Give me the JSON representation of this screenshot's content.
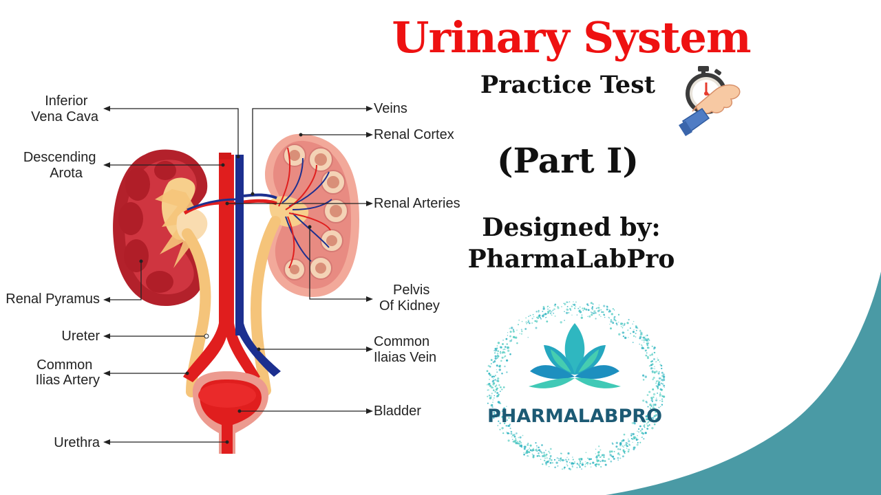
{
  "header": {
    "title": "Urinary System",
    "subtitle": "Practice Test",
    "part": "(Part I)",
    "designed_by_label": "Designed by:",
    "designed_by_name": "PharmaLabPro"
  },
  "logo": {
    "text": "PHARMALABPRO",
    "icon": "lotus-icon"
  },
  "stopwatch_icon": "stopwatch-in-hand-icon",
  "diagram": {
    "labels_left": {
      "inferior_vena_cava": [
        "Inferior",
        "Vena Cava"
      ],
      "descending_aorta": [
        "Descending",
        "Arota"
      ],
      "renal_pyramus": [
        "Renal Pyramus"
      ],
      "ureter": [
        "Ureter"
      ],
      "common_ilias_artery": [
        "Common",
        "Ilias Artery"
      ],
      "urethra": [
        "Urethra"
      ]
    },
    "labels_right": {
      "veins": [
        "Veins"
      ],
      "renal_cortex": [
        "Renal Cortex"
      ],
      "renal_arteries": [
        "Renal Arteries"
      ],
      "pelvis_of_kidney": [
        "Pelvis",
        "Of Kidney"
      ],
      "common_ilaias_vein": [
        "Common",
        "Ilaias Vein"
      ],
      "bladder": [
        "Bladder"
      ]
    }
  },
  "colors": {
    "title_red": "#ee1111",
    "teal": "#4a9aa5",
    "kidney_dark": "#b3212b",
    "kidney_light": "#f2a99a",
    "artery": "#e01e1e",
    "vein": "#1c2f8f",
    "ureter": "#f5c47a",
    "logo_text": "#1c5a74"
  }
}
